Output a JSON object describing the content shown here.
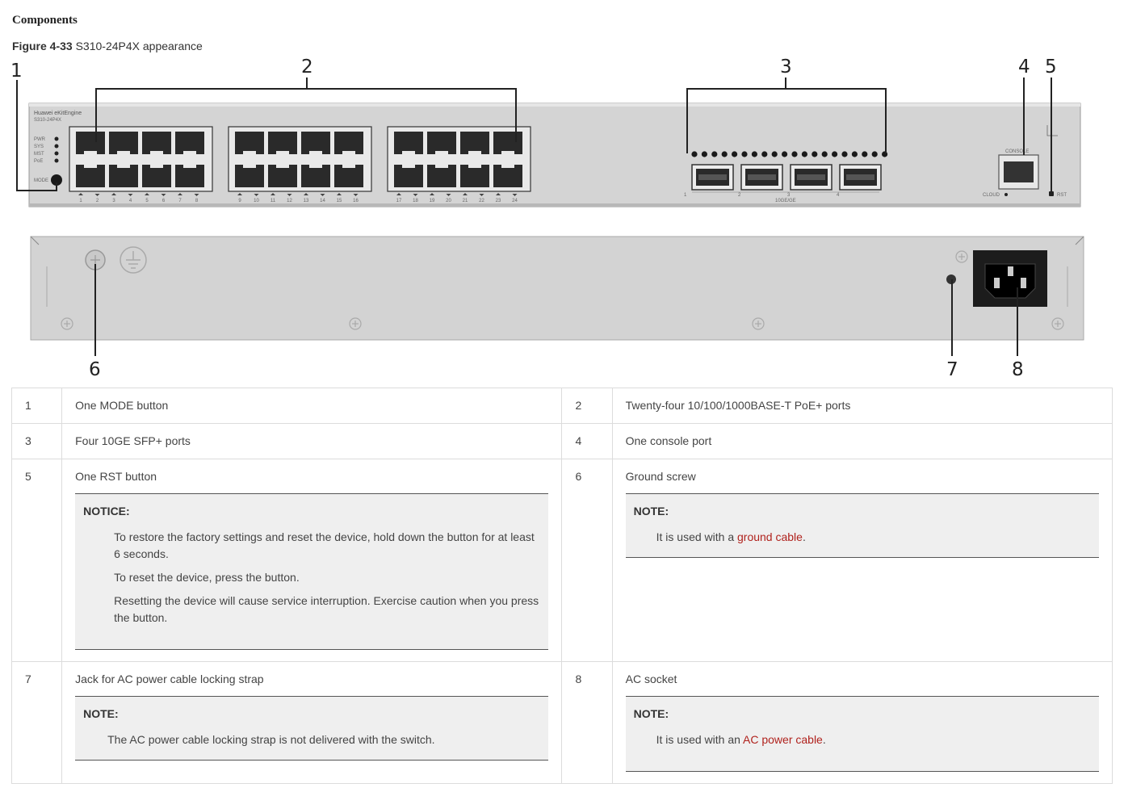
{
  "heading": "Components",
  "figure": {
    "label": "Figure 4-33",
    "title": "S310-24P4X appearance",
    "brand": "Huawei eKitEngine",
    "model": "S310-24P4X",
    "leds": [
      "PWR",
      "SYS",
      "MST",
      "PoE"
    ],
    "mode_label": "MODE",
    "port_numbers": [
      "1",
      "2",
      "3",
      "4",
      "5",
      "6",
      "7",
      "8",
      "9",
      "10",
      "11",
      "12",
      "13",
      "14",
      "15",
      "16",
      "17",
      "18",
      "19",
      "20",
      "21",
      "22",
      "23",
      "24"
    ],
    "sfp_numbers": [
      "1",
      "2",
      "3",
      "4"
    ],
    "sfp_group_label": "10GE/GE",
    "console_label": "CONSOLE",
    "cloud_label": "CLOUD",
    "rst_label": "RST",
    "callouts": [
      "1",
      "2",
      "3",
      "4",
      "5",
      "6",
      "7",
      "8"
    ]
  },
  "rows": [
    {
      "left": {
        "num": "1",
        "desc": "One MODE button"
      },
      "right": {
        "num": "2",
        "desc": "Twenty-four 10/100/1000BASE-T PoE+ ports"
      }
    },
    {
      "left": {
        "num": "3",
        "desc": "Four 10GE SFP+ ports"
      },
      "right": {
        "num": "4",
        "desc": "One console port"
      }
    },
    {
      "left": {
        "num": "5",
        "desc": "One RST button",
        "note_title": "NOTICE:",
        "note_lines": [
          "To restore the factory settings and reset the device, hold down the button for at least 6 seconds.",
          "To reset the device, press the button.",
          "Resetting the device will cause service interruption. Exercise caution when you press the button."
        ]
      },
      "right": {
        "num": "6",
        "desc": "Ground screw",
        "note_title": "NOTE:",
        "note_prefix": "It is used with a ",
        "note_link": "ground cable",
        "note_suffix": "."
      }
    },
    {
      "left": {
        "num": "7",
        "desc": "Jack for AC power cable locking strap",
        "note_title": "NOTE:",
        "note_text": "The AC power cable locking strap is not delivered with the switch."
      },
      "right": {
        "num": "8",
        "desc": "AC socket",
        "note_title": "NOTE:",
        "note_prefix": "It is used with an ",
        "note_link": "AC power cable",
        "note_suffix": "."
      }
    }
  ],
  "colors": {
    "link": "#b0221d",
    "note_bg": "#efefef",
    "panel": "#d3d3d3"
  }
}
